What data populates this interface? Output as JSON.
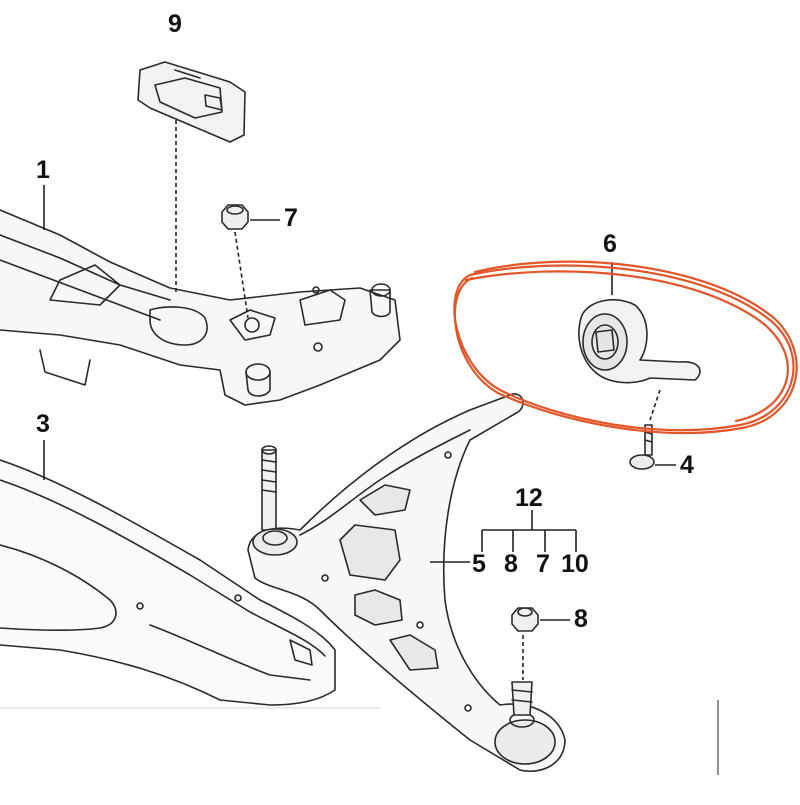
{
  "callouts": {
    "c1": "1",
    "c3": "3",
    "c4": "4",
    "c5": "5",
    "c6": "6",
    "c7a": "7",
    "c7b": "7",
    "c8a": "8",
    "c8b": "8",
    "c9": "9",
    "c10": "10",
    "c12": "12"
  },
  "colors": {
    "line": "#2a2a2a",
    "highlight": "#e2562a",
    "background": "#ffffff"
  }
}
